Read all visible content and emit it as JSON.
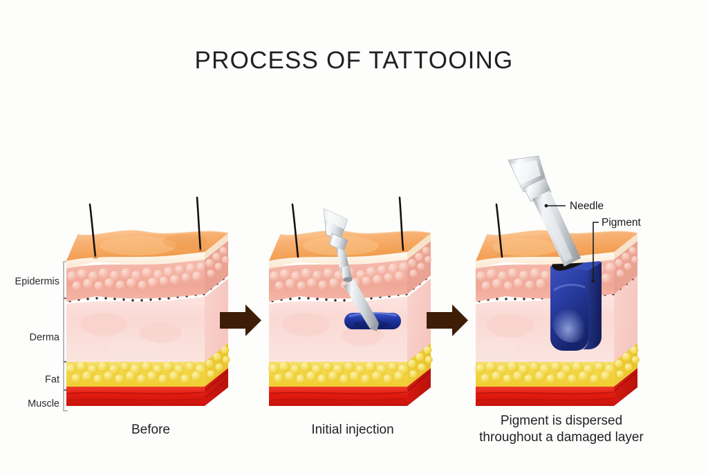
{
  "title": "PROCESS OF TATTOOING",
  "background_color": "#fdfdfc",
  "layer_labels": [
    {
      "name": "epidermis",
      "label": "Epidermis"
    },
    {
      "name": "derma",
      "label": "Derma"
    },
    {
      "name": "fat",
      "label": "Fat"
    },
    {
      "name": "muscle",
      "label": "Muscle"
    }
  ],
  "panels": [
    {
      "name": "before",
      "caption": "Before",
      "caption_lines": [
        "Before"
      ]
    },
    {
      "name": "initial-injection",
      "caption": "Initial injection",
      "caption_lines": [
        "Initial injection"
      ]
    },
    {
      "name": "pigment-dispersed",
      "caption": "Pigment is dispersed\nthroughout a damaged layer",
      "caption_lines": [
        "Pigment is dispersed",
        "throughout a damaged layer"
      ]
    }
  ],
  "annotations": [
    {
      "name": "needle",
      "label": "Needle"
    },
    {
      "name": "pigment",
      "label": "Pigment"
    }
  ],
  "arrows": [
    {
      "name": "arrow-1-to-2"
    },
    {
      "name": "arrow-2-to-3"
    }
  ],
  "colors": {
    "title_text": "#231f20",
    "caption_text": "#231f20",
    "arrow": "#3d1d06",
    "skin_top": "#f6a45c",
    "skin_top_light": "#fbc98f",
    "cream_band": "#fdf1e0",
    "epidermis": "#f3b0a0",
    "epidermis_bump": "#f8cfc3",
    "dermis": "#fbdad5",
    "fat": "#f5d84f",
    "fat_bump": "#fae98f",
    "muscle": "#e51f15",
    "muscle_dark": "#b8120c",
    "pigment_blue": "#2a43a8",
    "pigment_blue_dark": "#162a72",
    "needle_metal": "#c9cdd2",
    "needle_metal_light": "#f2f4f6",
    "hair": "#1b1b1b",
    "bracket": "#9aa0a6"
  },
  "icons": {
    "arrow": "right-arrow-icon",
    "needle_device": "tattoo-needle-icon",
    "hair": "hair-icon"
  }
}
